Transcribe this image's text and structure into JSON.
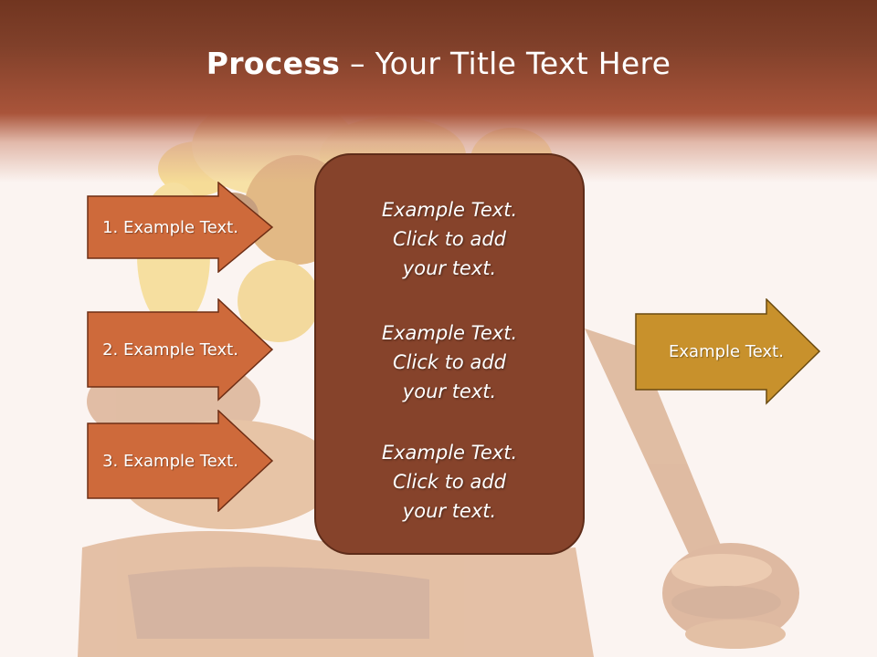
{
  "slide": {
    "title_bold": "Process",
    "title_rest": " – Your Title Text Here"
  },
  "left_arrows": [
    {
      "label": "1. Example Text."
    },
    {
      "label": "2. Example Text."
    },
    {
      "label": "3. Example Text."
    }
  ],
  "center_box": {
    "blocks": [
      {
        "line1": "Example Text.",
        "line2": "Click  to add",
        "line3": "your text."
      },
      {
        "line1": "Example Text.",
        "line2": "Click  to add",
        "line3": "your text."
      },
      {
        "line1": "Example Text.",
        "line2": "Click  to add",
        "line3": "your text."
      }
    ]
  },
  "right_arrow": {
    "label": "Example Text."
  },
  "colors": {
    "title_bar": "#713520",
    "left_arrow_fill": "#ce6a3b",
    "center_box_fill": "#86432b",
    "right_arrow_fill": "#c8912c"
  }
}
